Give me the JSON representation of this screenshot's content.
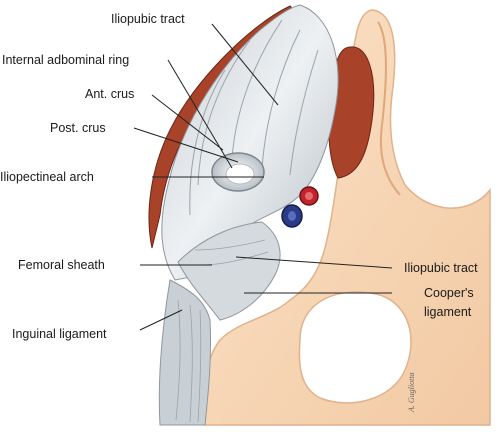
{
  "labels": {
    "iliopubic_tract_top": "Iliopubic tract",
    "internal_abdominal_ring": "Internal adbominal ring",
    "ant_crus": "Ant. crus",
    "post_crus": "Post. crus",
    "iliopectineal_arch": "Iliopectineal arch",
    "femoral_sheath": "Femoral sheath",
    "iliopubic_tract_right": "Iliopubic tract",
    "coopers_ligament_line1": "Cooper's",
    "coopers_ligament_line2": "ligament",
    "inguinal_ligament": "Inguinal ligament"
  },
  "artist_signature": "A. Gugliotta",
  "colors": {
    "bone": "#f7d8b8",
    "bone_edge": "#e3b48c",
    "muscle": "#a8432a",
    "fascia": "#dde2e6",
    "fascia_shadow": "#9aa3ab",
    "artery": "#c0242c",
    "vein": "#2b3b86"
  }
}
